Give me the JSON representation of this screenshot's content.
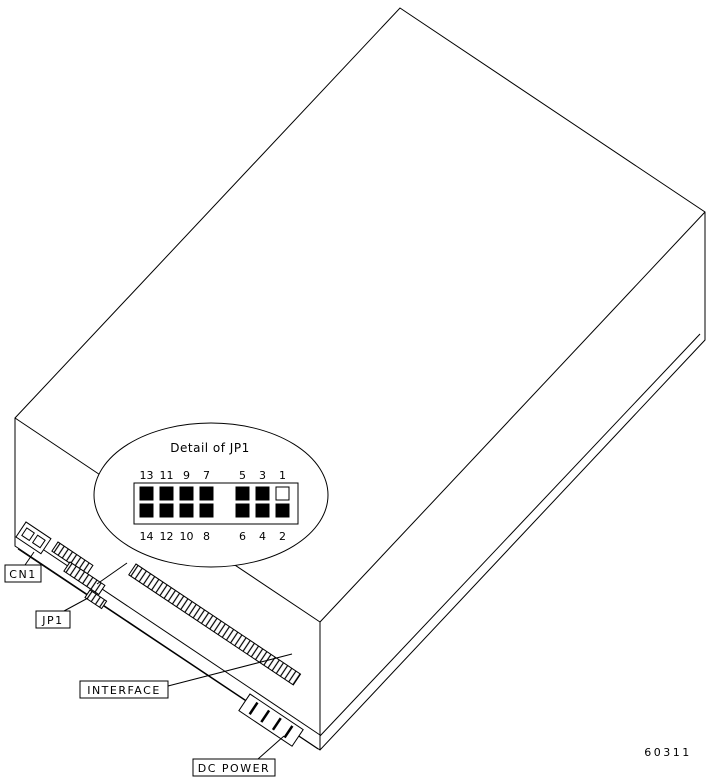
{
  "figure": {
    "id_number": "60311",
    "detail_title": "Detail of JP1"
  },
  "labels": {
    "cn1": "CN1",
    "jp1": "JP1",
    "interface": "INTERFACE",
    "dc_power": "DC POWER"
  },
  "detail": {
    "pins_top": [
      "13",
      "11",
      "9",
      "7",
      "5",
      "3",
      "1"
    ],
    "pins_bottom": [
      "14",
      "12",
      "10",
      "8",
      "6",
      "4",
      "2"
    ]
  },
  "colors": {
    "line": "#000000",
    "background": "#ffffff",
    "pin_filled": "#000000",
    "pin_open": "#ffffff"
  }
}
